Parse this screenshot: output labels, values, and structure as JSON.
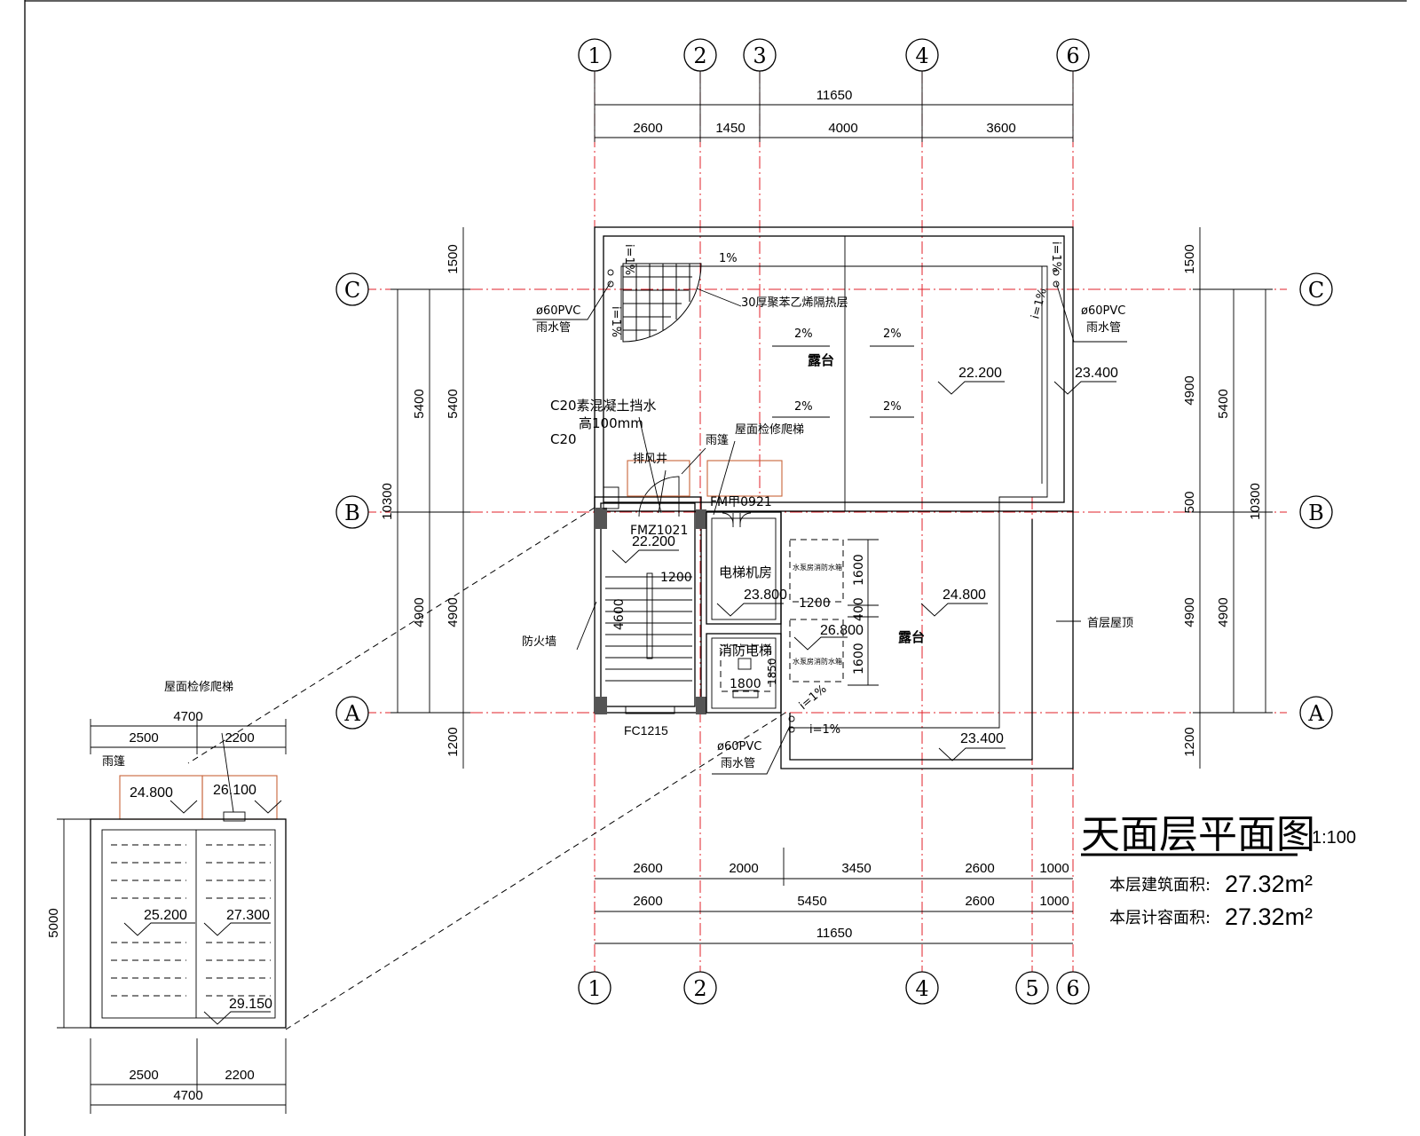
{
  "drawing": {
    "title": "天面层平面图",
    "scale": "1:100",
    "area_building_label": "本层建筑面积:",
    "area_building_value": "27.32m²",
    "area_capacity_label": "本层计容面积:",
    "area_capacity_value": "27.32m²"
  },
  "axes": {
    "top": [
      "1",
      "2",
      "3",
      "4",
      "6"
    ],
    "bottom": [
      "1",
      "2",
      "4",
      "5",
      "6"
    ],
    "left": [
      "C",
      "B",
      "A"
    ],
    "right": [
      "C",
      "B",
      "A"
    ]
  },
  "dims": {
    "top_total": "11650",
    "top_parts": [
      "2600",
      "1450",
      "4000",
      "3600"
    ],
    "bottom_row1": [
      "2600",
      "2000",
      "3450",
      "2600",
      "1000"
    ],
    "bottom_row2": [
      "2600",
      "5450",
      "2600",
      "1000"
    ],
    "bottom_total": "11650",
    "left_outer": "10300",
    "left_mid": [
      "5400",
      "4900"
    ],
    "left_inner": [
      "1500",
      "5400",
      "4900",
      "1200"
    ],
    "right_inner": [
      "1500",
      "4900",
      "500",
      "4900",
      "1200"
    ],
    "right_mid": [
      "5400",
      "4900"
    ],
    "right_outer": "10300"
  },
  "labels": {
    "pipe_nw_1": "ø60PVC",
    "pipe_nw_2": "雨水管",
    "pipe_ne_1": "ø60PVC",
    "pipe_ne_2": "雨水管",
    "pipe_s_1": "ø60PVC",
    "pipe_s_2": "雨水管",
    "insulation": "30厚聚苯乙烯隔热层",
    "slope_1pct": "1%",
    "slope_i1_a": "i=1%",
    "slope_i1_b": "i=1%",
    "slope_i1_c": "i=1%",
    "slope_i1_d": "i=1%",
    "slope_i1_e": "i=1%",
    "slope_s": "i=1%",
    "slope_2a": "2%",
    "slope_2b": "2%",
    "slope_2c": "2%",
    "slope_2d": "2%",
    "terrace_1": "露台",
    "terrace_2": "露台",
    "elev_22200a": "22.200",
    "elev_23400a": "23.400",
    "elev_22200b": "22.200",
    "elev_23800": "23.800",
    "elev_24800": "24.800",
    "elev_26800": "26.800",
    "elev_23400b": "23.400",
    "c20_1": "C20素混凝土挡水",
    "c20_2": "高100mm",
    "c20_3": "C20",
    "vent_shaft": "排风井",
    "canopy": "雨篷",
    "roof_ladder": "屋面检修爬梯",
    "door_fmz": "FMZ1021",
    "door_fmj": "FM甲0921",
    "dim_1200": "1200",
    "dim_1200b": "1200",
    "dim_4600": "4600",
    "elevator_room": "电梯机房",
    "fire_elevator": "消防电梯",
    "dim_1800": "1800",
    "dim_1850": "1850",
    "firewall": "防火墙",
    "window_fc": "FC1215",
    "tank_1": "水泵房消防水箱",
    "tank_2": "水泵房消防水箱",
    "dim_1600a": "1600",
    "dim_400": "400",
    "dim_1600b": "1600",
    "first_roof": "首层屋顶"
  },
  "detail": {
    "roof_ladder": "屋面检修爬梯",
    "canopy": "雨篷",
    "top_total": "4700",
    "top_parts": [
      "2500",
      "2200"
    ],
    "elev_24800": "24.800",
    "elev_26100": "26.100",
    "elev_25200": "25.200",
    "elev_27300": "27.300",
    "elev_29150": "29.150",
    "left_dim": "5000",
    "bottom_parts": [
      "2500",
      "2200"
    ],
    "bottom_total": "4700"
  }
}
